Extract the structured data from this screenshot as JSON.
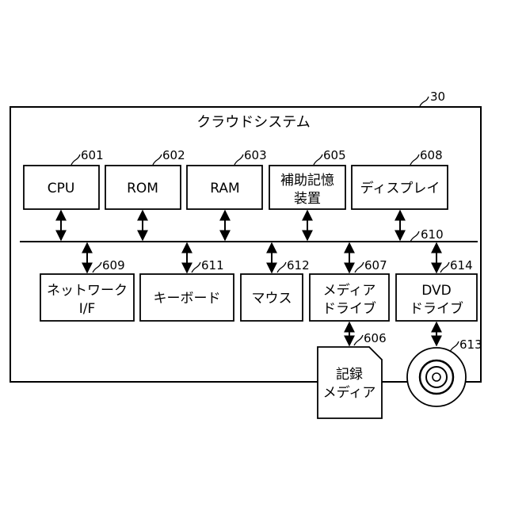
{
  "system": {
    "title": "クラウドシステム",
    "ref": "30"
  },
  "bus": {
    "ref": "610"
  },
  "top_blocks": [
    {
      "id": "cpu",
      "lines": [
        "CPU"
      ],
      "ref": "601"
    },
    {
      "id": "rom",
      "lines": [
        "ROM"
      ],
      "ref": "602"
    },
    {
      "id": "ram",
      "lines": [
        "RAM"
      ],
      "ref": "603"
    },
    {
      "id": "aux",
      "lines": [
        "補助記憶",
        "装置"
      ],
      "ref": "605"
    },
    {
      "id": "display",
      "lines": [
        "ディスプレイ"
      ],
      "ref": "608"
    }
  ],
  "bottom_blocks": [
    {
      "id": "network",
      "lines": [
        "ネットワーク",
        "I/F"
      ],
      "ref": "609"
    },
    {
      "id": "keyboard",
      "lines": [
        "キーボード"
      ],
      "ref": "611"
    },
    {
      "id": "mouse",
      "lines": [
        "マウス"
      ],
      "ref": "612"
    },
    {
      "id": "media_drive",
      "lines": [
        "メディア",
        "ドライブ"
      ],
      "ref": "607"
    },
    {
      "id": "dvd_drive",
      "lines": [
        "DVD",
        "ドライブ"
      ],
      "ref": "614"
    }
  ],
  "media": {
    "lines": [
      "記録",
      "メディア"
    ],
    "ref": "606"
  },
  "disc": {
    "ref": "613"
  }
}
